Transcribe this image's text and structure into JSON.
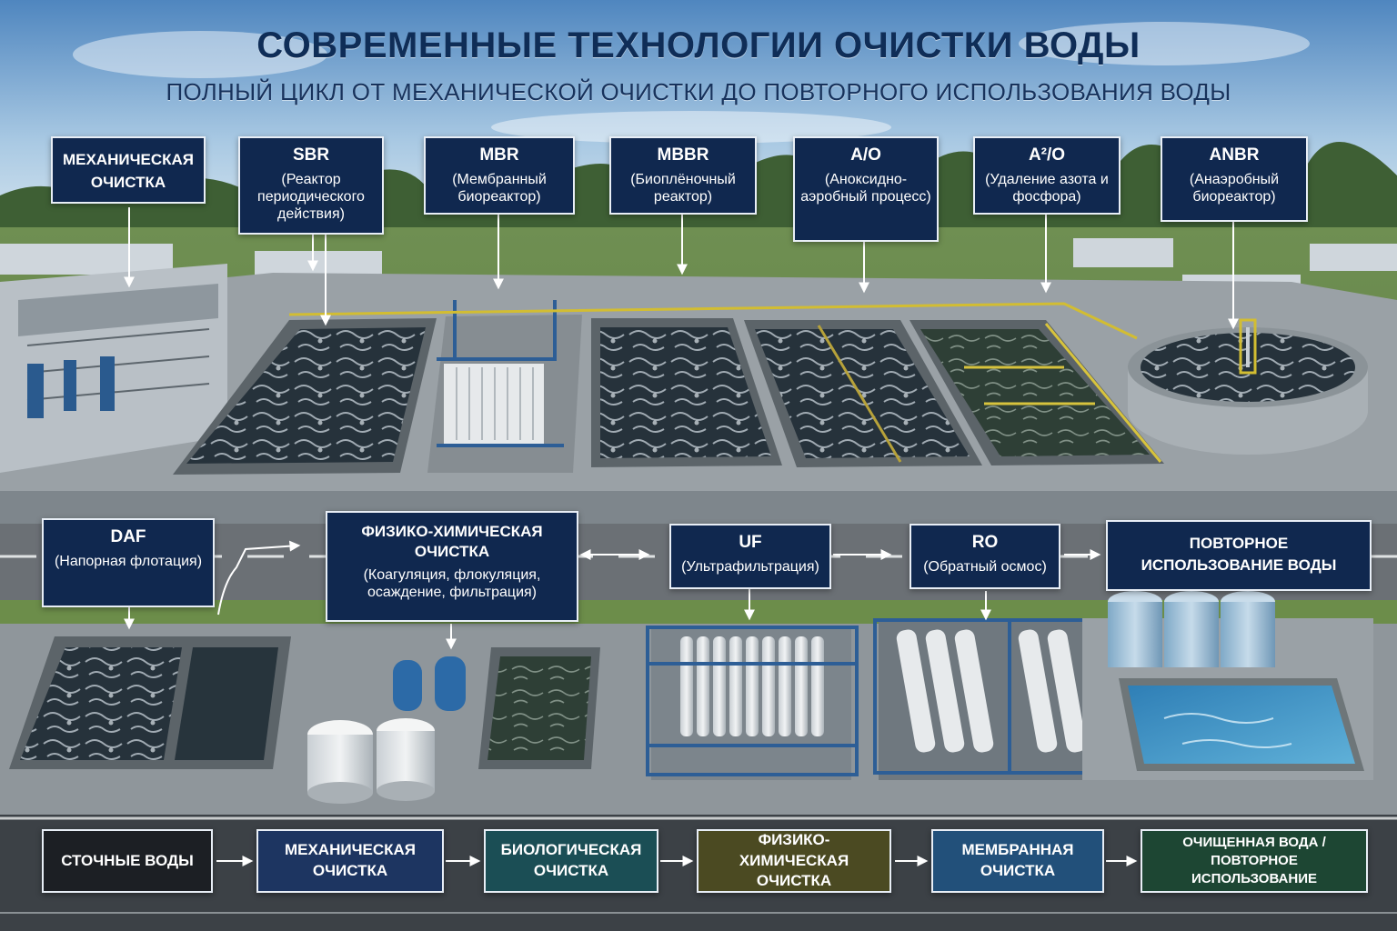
{
  "title": "СОВРЕМЕННЫЕ ТЕХНОЛОГИИ ОЧИСТКИ ВОДЫ",
  "subtitle": "ПОЛНЫЙ ЦИКЛ ОТ МЕХАНИЧЕСКОЙ ОЧИСТКИ ДО ПОВТОРНОГО ИСПОЛЬЗОВАНИЯ ВОДЫ",
  "tech_top": [
    {
      "name": "МЕХАНИЧЕСКАЯ ОЧИСТКА",
      "desc": ""
    },
    {
      "name": "SBR",
      "desc": "(Реактор периодического действия)"
    },
    {
      "name": "MBR",
      "desc": "(Мембранный биореактор)"
    },
    {
      "name": "MBBR",
      "desc": "(Биоплёночный реактор)"
    },
    {
      "name": "A/O",
      "desc": "(Аноксидно-аэробный процесс)"
    },
    {
      "name": "A²/O",
      "desc": "(Удаление азота и фосфора)"
    },
    {
      "name": "ANBR",
      "desc": "(Анаэробный биореактор)"
    }
  ],
  "tech_mid": [
    {
      "name": "DAF",
      "desc": "(Напорная флотация)"
    },
    {
      "name": "ФИЗИКО-ХИМИЧЕСКАЯ ОЧИСТКА",
      "desc": "(Коагуляция, флокуляция, осаждение, фильтрация)"
    },
    {
      "name": "UF",
      "desc": "(Ультрафильтрация)"
    },
    {
      "name": "RO",
      "desc": "(Обратный осмос)"
    },
    {
      "name": "ПОВТОРНОЕ ИСПОЛЬЗОВАНИЕ ВОДЫ",
      "desc": ""
    }
  ],
  "flow": [
    {
      "label": "СТОЧНЫЕ ВОДЫ",
      "color": "#1c1f24"
    },
    {
      "label": "МЕХАНИЧЕСКАЯ ОЧИСТКА",
      "color": "#1d3561"
    },
    {
      "label": "БИОЛОГИЧЕСКАЯ ОЧИСТКА",
      "color": "#1b4e55"
    },
    {
      "label": "ФИЗИКО-ХИМИЧЕСКАЯ ОЧИСТКА",
      "color": "#4b4a22"
    },
    {
      "label": "МЕМБРАННАЯ ОЧИСТКА",
      "color": "#22507a"
    },
    {
      "label": "ОЧИЩЕННАЯ ВОДА / ПОВТОРНОЕ ИСПОЛЬЗОВАНИЕ",
      "color": "#1d4633"
    }
  ],
  "colors": {
    "label_bg": "#10284f",
    "title": "#0f2d57",
    "water": "#24313a",
    "clean_water": "#3f8fc0"
  }
}
